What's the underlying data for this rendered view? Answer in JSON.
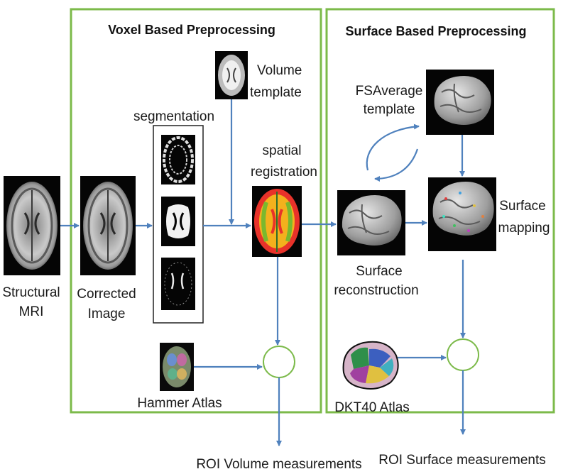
{
  "panels": {
    "voxel": {
      "title": "Voxel Based Preprocessing"
    },
    "surface": {
      "title": "Surface Based Preprocessing"
    }
  },
  "nodes": {
    "structural_mri": {
      "label_line1": "Structural",
      "label_line2": "MRI"
    },
    "corrected_image": {
      "label_line1": "Corrected",
      "label_line2": "Image"
    },
    "segmentation": {
      "label": "segmentation"
    },
    "volume_template": {
      "label_line1": "Volume",
      "label_line2": "template"
    },
    "spatial_registration": {
      "label_line1": "spatial",
      "label_line2": "registration"
    },
    "hammer_atlas": {
      "label": "Hammer Atlas"
    },
    "roi_volume": {
      "label": "ROI Volume measurements"
    },
    "fsaverage_template": {
      "label_line1": "FSAverage",
      "label_line2": "template"
    },
    "surface_reconstruction": {
      "label_line1": "Surface",
      "label_line2": "reconstruction"
    },
    "surface_mapping": {
      "label_line1": "Surface",
      "label_line2": "mapping"
    },
    "dkt40_atlas": {
      "label": "DKT40 Atlas"
    },
    "roi_surface": {
      "label": "ROI Surface measurements"
    }
  },
  "colors": {
    "panel_border": "#7cba4a",
    "arrow": "#4f81bd",
    "merge_circle": "#7cba4a"
  }
}
